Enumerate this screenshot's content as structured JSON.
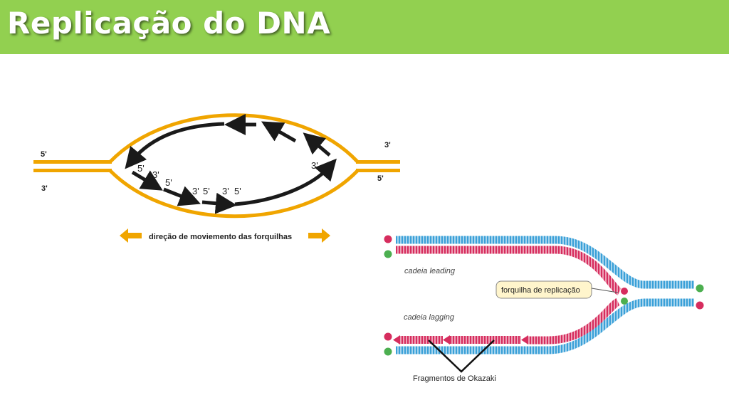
{
  "slide": {
    "title": "Replicação do DNA"
  },
  "bubble_diagram": {
    "left_top_label": "5'",
    "left_bottom_label": "3'",
    "right_top_label": "3'",
    "right_bottom_label": "5'",
    "inner_labels": [
      "5'",
      "3'",
      "5'",
      "3'",
      "5'",
      "3'",
      "5'",
      "3'"
    ],
    "caption": "direção de moviemento das forquilhas",
    "colors": {
      "strand": "#f0a500",
      "arrow": "#1a1a1a"
    }
  },
  "fork_diagram": {
    "leading_label": "cadeia leading",
    "lagging_label": "cadeia lagging",
    "fork_callout": "forquilha de replicação",
    "okazaki_label": "Fragmentos de Okazaki",
    "end_marker_5": "5'",
    "end_marker_3": "3'",
    "colors": {
      "parent_strand": "#3aa0d8",
      "new_strand": "#d62d5e",
      "marker_5": "#d62d5e",
      "marker_3": "#4caf50",
      "callout_bg": "#fff5cc"
    }
  }
}
